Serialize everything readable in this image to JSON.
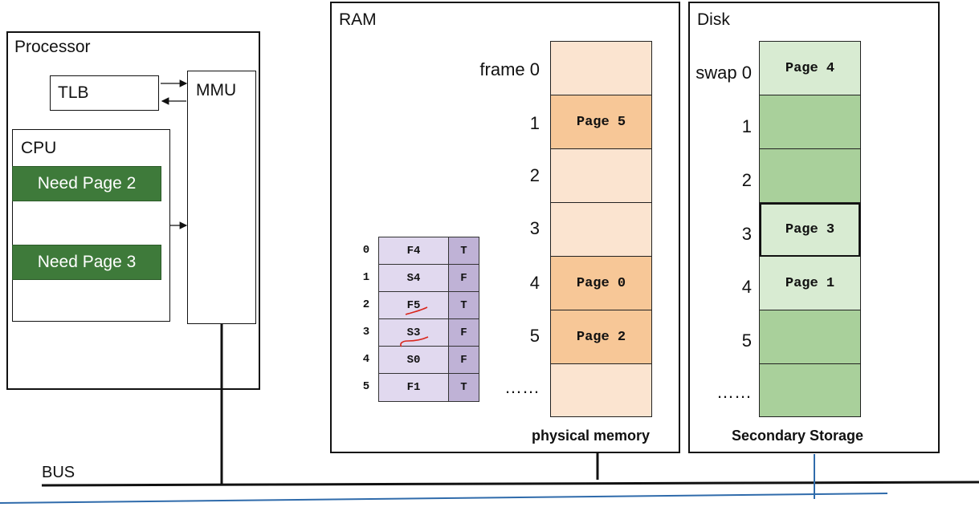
{
  "bus_label": "BUS",
  "processor": {
    "label": "Processor",
    "tlb_label": "TLB",
    "mmu_label": "MMU",
    "cpu_label": "CPU",
    "requests": [
      "Need Page 2",
      "Need Page 3"
    ]
  },
  "ram": {
    "label": "RAM",
    "caption": "physical memory",
    "ellipsis": "……",
    "frame_labels": [
      "frame 0",
      "1",
      "2",
      "3",
      "4",
      "5"
    ],
    "frames": [
      {
        "content": "",
        "state": "empty"
      },
      {
        "content": "Page 5",
        "state": "used"
      },
      {
        "content": "",
        "state": "empty"
      },
      {
        "content": "",
        "state": "empty"
      },
      {
        "content": "Page 0",
        "state": "used"
      },
      {
        "content": "Page 2",
        "state": "used"
      },
      {
        "content": "",
        "state": "empty"
      }
    ]
  },
  "page_table": {
    "rows": [
      {
        "index": "0",
        "location": "F4",
        "valid": "T"
      },
      {
        "index": "1",
        "location": "S4",
        "valid": "F"
      },
      {
        "index": "2",
        "location": "F5",
        "valid": "T"
      },
      {
        "index": "3",
        "location": "S3",
        "valid": "F"
      },
      {
        "index": "4",
        "location": "S0",
        "valid": "F"
      },
      {
        "index": "5",
        "location": "F1",
        "valid": "T"
      }
    ]
  },
  "disk": {
    "label": "Disk",
    "caption": "Secondary Storage",
    "ellipsis": "……",
    "slot_labels": [
      "swap 0",
      "1",
      "2",
      "3",
      "4",
      "5"
    ],
    "slots": [
      {
        "content": "Page 4",
        "state": "used"
      },
      {
        "content": "",
        "state": "empty"
      },
      {
        "content": "",
        "state": "empty"
      },
      {
        "content": "Page 3",
        "state": "highlight"
      },
      {
        "content": "Page 1",
        "state": "used"
      },
      {
        "content": "",
        "state": "empty"
      },
      {
        "content": "",
        "state": "empty"
      }
    ]
  },
  "colors": {
    "frame_empty": "#fbe4d0",
    "frame_used": "#f7c797",
    "swap_empty": "#a9d09b",
    "swap_used": "#d8ebd2",
    "need_button": "#3e7a3a",
    "page_table_location": "#e1d9ef",
    "page_table_valid": "#bfb2d6",
    "bus_line": "#111111",
    "blue_line": "#2f6bab",
    "red_mark": "#d9261c"
  }
}
